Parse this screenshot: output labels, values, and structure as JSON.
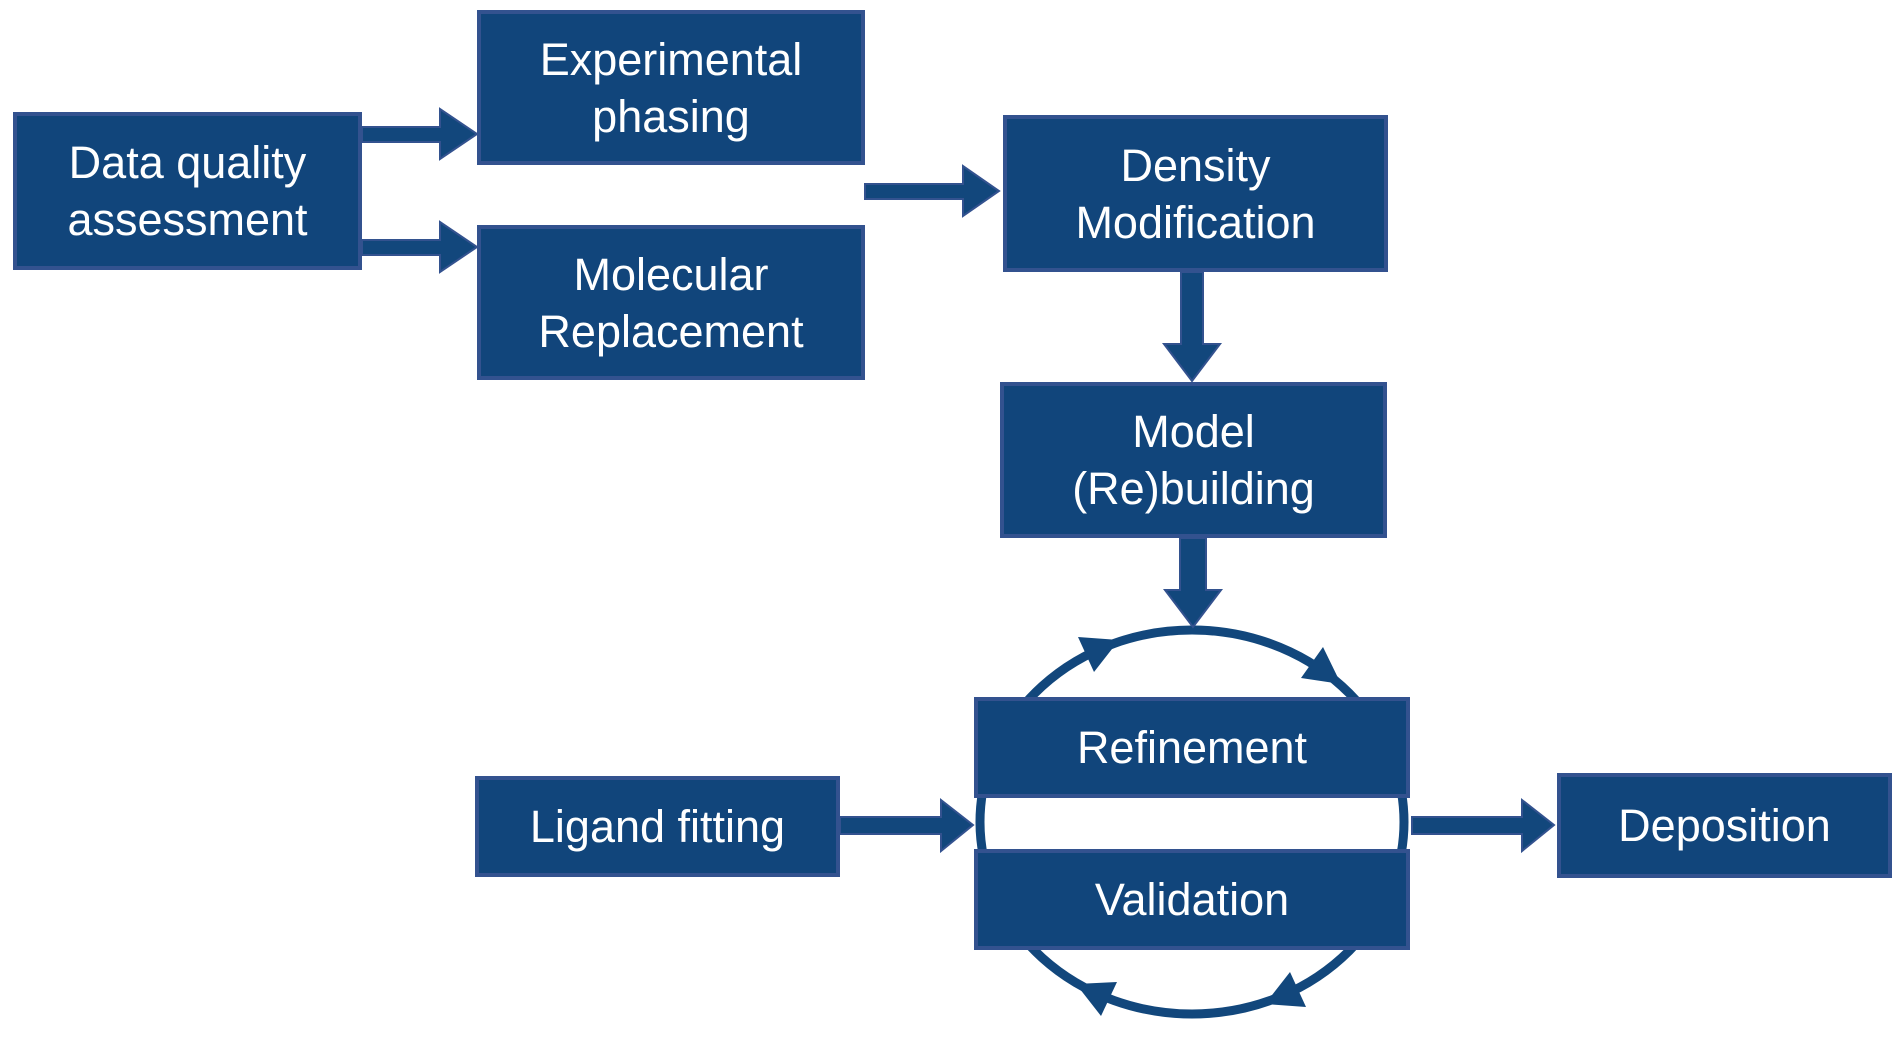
{
  "diagram": {
    "background": "#FFFFFF",
    "colors": {
      "box_fill": "#11457B",
      "box_border": "#33528F",
      "arrow_fill": "#12477C",
      "text": "#FFFFFF"
    }
  },
  "nodes": {
    "data_quality": {
      "label": "Data quality\nassessment"
    },
    "experimental_phasing": {
      "label": "Experimental\nphasing"
    },
    "molecular_replacement": {
      "label": "Molecular\nReplacement"
    },
    "density_modification": {
      "label": "Density\nModification"
    },
    "model_rebuilding": {
      "label": "Model\n(Re)building"
    },
    "refinement": {
      "label": "Refinement"
    },
    "validation": {
      "label": "Validation"
    },
    "ligand_fitting": {
      "label": "Ligand fitting"
    },
    "deposition": {
      "label": "Deposition"
    }
  },
  "edges": [
    {
      "from": "Data quality assessment",
      "to": "Experimental phasing"
    },
    {
      "from": "Data quality assessment",
      "to": "Molecular Replacement"
    },
    {
      "from": "Experimental phasing / Molecular Replacement",
      "to": "Density Modification"
    },
    {
      "from": "Density Modification",
      "to": "Model (Re)building"
    },
    {
      "from": "Model (Re)building",
      "to": "Refinement-Validation cycle"
    },
    {
      "from": "Ligand fitting",
      "to": "Refinement-Validation cycle"
    },
    {
      "from": "Refinement-Validation cycle",
      "to": "Deposition"
    }
  ],
  "cycle": {
    "members": [
      "Refinement",
      "Validation"
    ],
    "direction": "clockwise"
  }
}
